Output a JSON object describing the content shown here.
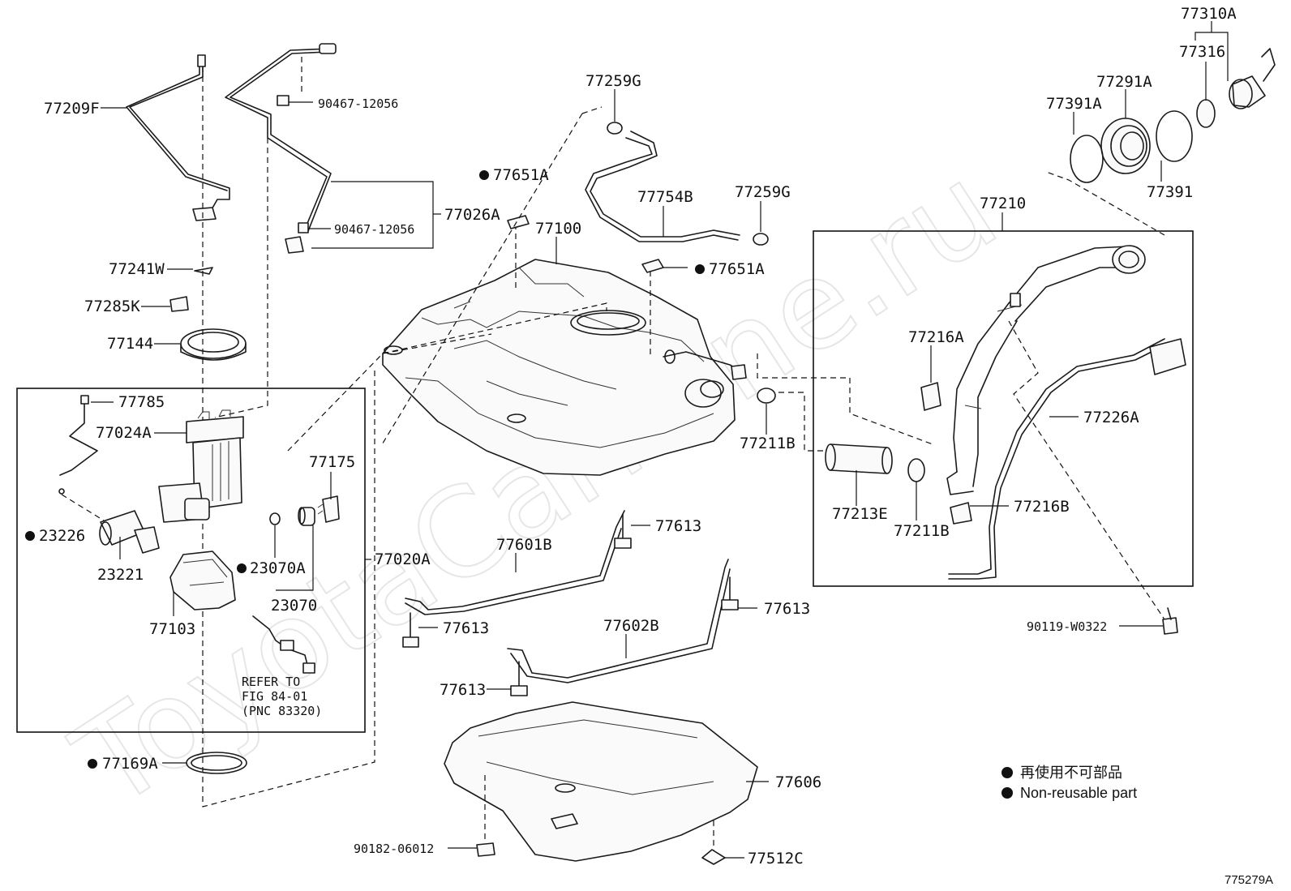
{
  "watermark": "ToyotaCarMine.ru",
  "figure_id": "775279A",
  "legend": {
    "line1": "再使用不可部品",
    "line2": "Non-reusable part"
  },
  "labels": {
    "p77310A": "77310A",
    "p77316": "77316",
    "p77291A": "77291A",
    "p77391A": "77391A",
    "p77391": "77391",
    "p77259G_top": "77259G",
    "p77754B": "77754B",
    "p77259G_right": "77259G",
    "p77651A_top": "77651A",
    "p77651A_mid": "77651A",
    "p77100": "77100",
    "p77210": "77210",
    "p77216A": "77216A",
    "p77226A": "77226A",
    "p77216B": "77216B",
    "p77211B_top": "77211B",
    "p77211B_bot": "77211B",
    "p77213E": "77213E",
    "p90119": "90119-W0322",
    "p77209F": "77209F",
    "p90467_top": "90467-12056",
    "p90467_bot": "90467-12056",
    "p77026A": "77026A",
    "p77241W": "77241W",
    "p77285K": "77285K",
    "p77144": "77144",
    "p77785": "77785",
    "p77024A": "77024A",
    "p77175": "77175",
    "p23226": "23226",
    "p23221": "23221",
    "p23070A": "23070A",
    "p23070": "23070",
    "p77103": "77103",
    "p77020A": "77020A",
    "refer1": "REFER TO",
    "refer2": "FIG 84-01",
    "refer3": "(PNC 83320)",
    "p77169A": "77169A",
    "p77601B": "77601B",
    "p77613_a": "77613",
    "p77613_b": "77613",
    "p77613_c": "77613",
    "p77613_d": "77613",
    "p77602B": "77602B",
    "p77606": "77606",
    "p90182": "90182-06012",
    "p77512C": "77512C"
  }
}
